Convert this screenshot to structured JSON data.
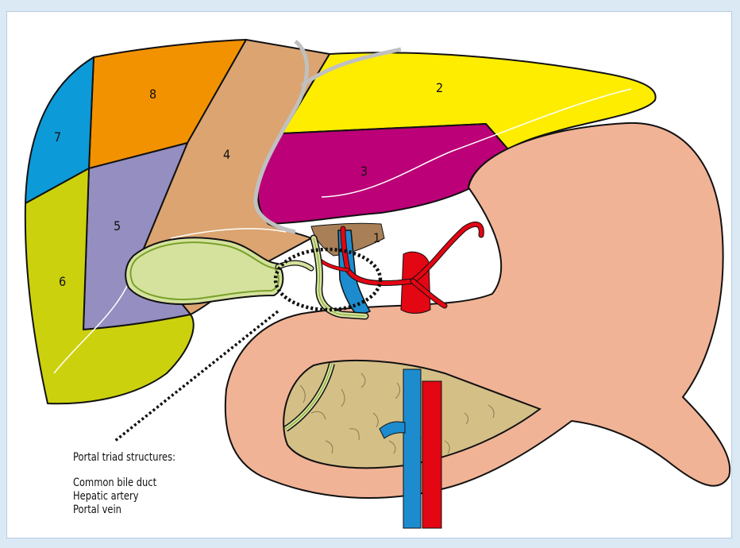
{
  "segments": [
    {
      "label": "8"
    },
    {
      "label": "2"
    },
    {
      "label": "7"
    },
    {
      "label": "4"
    },
    {
      "label": "3"
    },
    {
      "label": "5"
    },
    {
      "label": "1"
    },
    {
      "label": "6"
    }
  ],
  "caption": {
    "title": "Portal triad structures:",
    "items": [
      "Common bile duct",
      "Hepatic artery",
      "Portal vein"
    ]
  },
  "colors": {
    "segment_2": "#ffed00",
    "segment_3": "#bc0077",
    "segment_4": "#dba471",
    "segment_5": "#958ec0",
    "segment_6": "#ccd10e",
    "segment_7": "#0d9ad8",
    "segment_8": "#f39200",
    "stomach": "#f1b396",
    "gallbladder": "#d5e29d",
    "pancreas": "#d4bf87",
    "artery": "#e30613",
    "vein": "#1d8ccf",
    "ligament": "#c0c0c0"
  }
}
